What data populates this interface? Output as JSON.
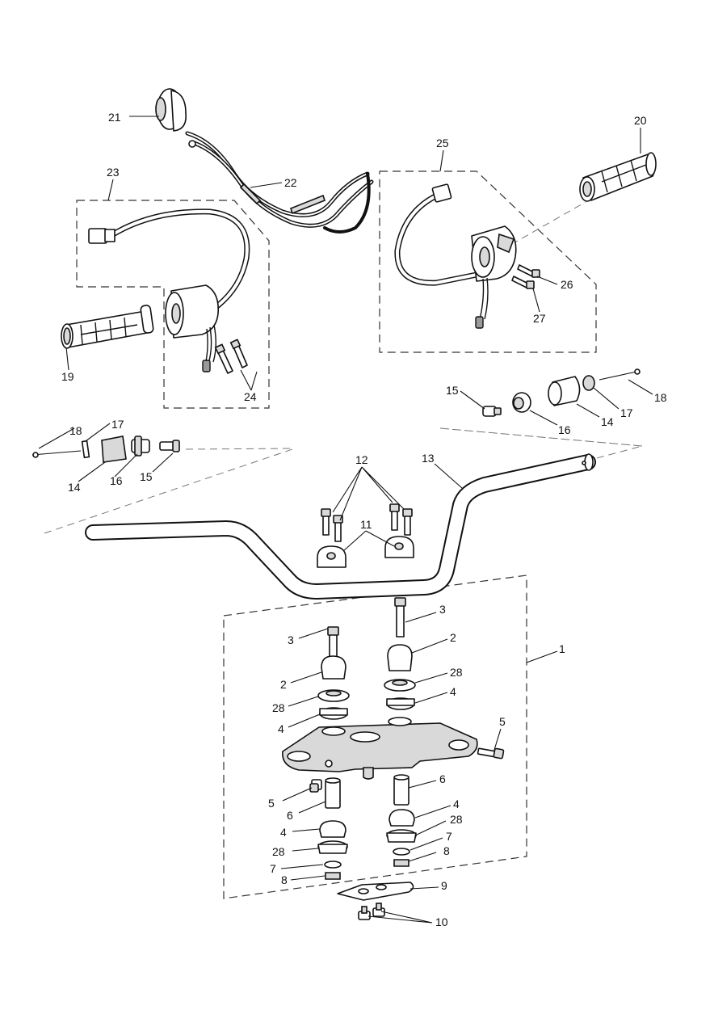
{
  "callouts": {
    "c1": "1",
    "c2a": "2",
    "c2b": "2",
    "c3a": "3",
    "c3b": "3",
    "c4a": "4",
    "c4b": "4",
    "c4c": "4",
    "c4d": "4",
    "c5a": "5",
    "c5b": "5",
    "c6a": "6",
    "c6b": "6",
    "c7a": "7",
    "c7b": "7",
    "c8a": "8",
    "c8b": "8",
    "c9": "9",
    "c10": "10",
    "c11": "11",
    "c12": "12",
    "c13": "13",
    "c14a": "14",
    "c14b": "14",
    "c15a": "15",
    "c15b": "15",
    "c16a": "16",
    "c16b": "16",
    "c17a": "17",
    "c17b": "17",
    "c18a": "18",
    "c18b": "18",
    "c19": "19",
    "c20": "20",
    "c21": "21",
    "c22": "22",
    "c23": "23",
    "c24": "24",
    "c25": "25",
    "c26": "26",
    "c27": "27",
    "c28a": "28",
    "c28b": "28",
    "c28c": "28",
    "c28d": "28"
  }
}
